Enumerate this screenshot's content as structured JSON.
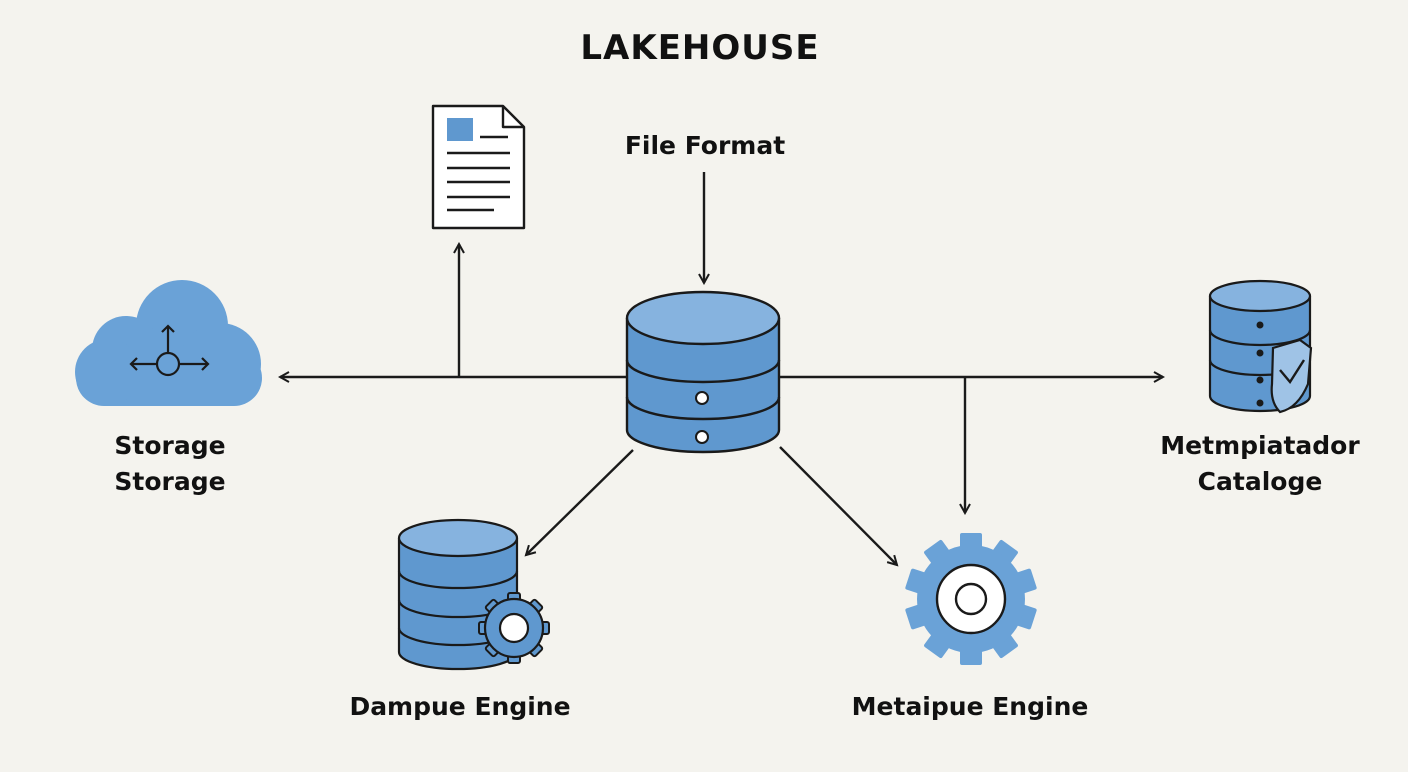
{
  "diagram": {
    "title": "LAKEHOUSE",
    "nodes": {
      "file_format": {
        "label": "File Format"
      },
      "storage": {
        "line1": "Storage",
        "line2": "Storage"
      },
      "catalog": {
        "line1": "Metmpiatador",
        "line2": "Catalоge"
      },
      "dampue_engine": {
        "label": "Dampue Engine"
      },
      "metapue_engine": {
        "label": "Metaipue Engine"
      }
    },
    "edges": [
      {
        "from": "file_format",
        "to": "central_database"
      },
      {
        "from": "central_database",
        "to": "storage"
      },
      {
        "from": "central_database",
        "to": "document"
      },
      {
        "from": "central_database",
        "to": "catalog"
      },
      {
        "from": "central_database",
        "to": "metapue_engine"
      },
      {
        "from": "central_database",
        "to": "dampue_engine"
      }
    ],
    "colors": {
      "primary_blue": "#5f98cf",
      "light_blue": "#86b3df",
      "stroke": "#1a1a1a",
      "background": "#f4f3ee"
    },
    "icons": [
      "document-icon",
      "cloud-icon",
      "database-icon",
      "gear-icon",
      "shield-icon"
    ]
  }
}
